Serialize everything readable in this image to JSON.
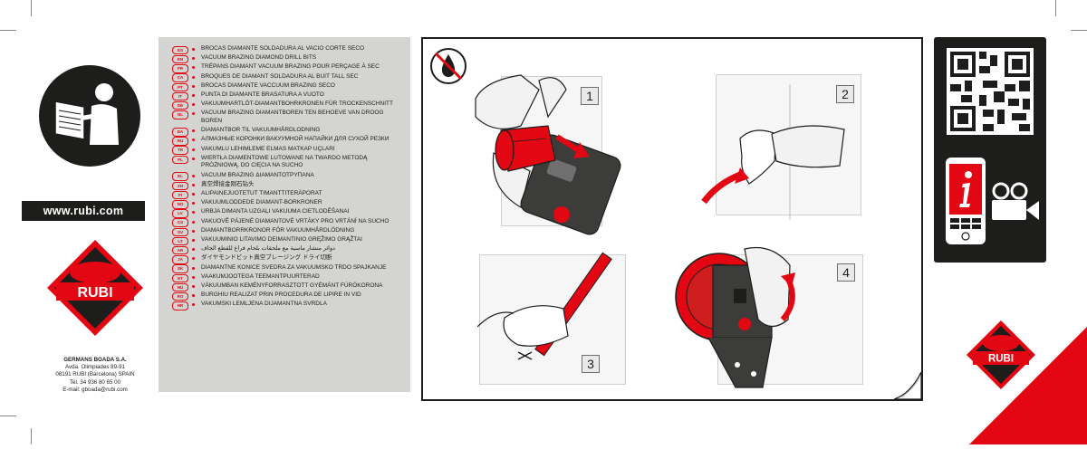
{
  "left_panel": {
    "url": "www.rubi.com",
    "brand": "RUBI",
    "address_lines": [
      "GERMANS BOADA S.A.",
      "Avda. Olimpiades 89-91",
      "08191 RUBI (Barcelona) SPAIN",
      "Tel. 34 936 80 65 00",
      "E-mail: gboada@rubi.com"
    ]
  },
  "languages": [
    {
      "code": "ES",
      "text": "BROCAS DIAMANTE SOLDADURA AL VACIO CORTE SECO"
    },
    {
      "code": "EN",
      "text": "VACUUM BRAZING DIAMOND DRILL BITS"
    },
    {
      "code": "FR",
      "text": "TRÉPANS DIAMANT VACUUM BRAZING POUR  PERÇAGE À SEC"
    },
    {
      "code": "CA",
      "text": "BROQUES DE DIAMANT SOLDADURA AL BUIT TALL SEC"
    },
    {
      "code": "PT",
      "text": "BROCAS DIAMANTE VACCUUM BRAZING SECO"
    },
    {
      "code": "IT",
      "text": "PUNTA DI DIAMANTE BRASATURA A VUOTO"
    },
    {
      "code": "DE",
      "text": "VAKUUMHARTLÖT-DIAMANTBOHRKRONEN FÜR TROCKENSCHNITT"
    },
    {
      "code": "NL",
      "text": "VACUUM BRAZING DIAMANTBOREN TEN BEHOEVE VAN DROOG BOREN"
    },
    {
      "code": "DA",
      "text": "DIAMANTBOR TIL VAKUUMHÅRDLODNING"
    },
    {
      "code": "RU",
      "text": "АЛМАЗНЫЕ КОРОНКИ ВАКУУМНОЙ НАПАЙКИ ДЛЯ СУХОЙ РЕЗКИ"
    },
    {
      "code": "TR",
      "text": "VAKUMLU  LEHIMLEME  ELMAS  MATKAP UÇLARI"
    },
    {
      "code": "PL",
      "text": "WIERTŁA DIAMENTOWE LUTOWANE NA TWARDO METODĄ PRÓŻNIOWĄ,  DO CIĘCIA NA SUCHO"
    },
    {
      "code": "EL",
      "text": "VACUUM BRAZING ΔΙΑΜΑΝΤΟΤΡΥΠΑΝΑ"
    },
    {
      "code": "ZH",
      "text": "真空焊接金刚石钻头"
    },
    {
      "code": "FI",
      "text": "ALIPAINEJUOTETUT TIMANTTITERÄPORAT"
    },
    {
      "code": "NO",
      "text": "VAKUUMLODDEDE DIAMANT-BORKRONER"
    },
    {
      "code": "LV",
      "text": "URBJA DIMANTA UZGAĻI VAKUUMA CIETLODĒŠANAI"
    },
    {
      "code": "CS",
      "text": "VAKUOVĚ PÁJENÉ DIAMANTOVÉ VRTÁKY PRO VRTÁNÍ NA SUCHO"
    },
    {
      "code": "SV",
      "text": "DIAMANTBORRKRONOR FÖR VAKUUMHÅRDLÖDNING"
    },
    {
      "code": "LT",
      "text": "VAKUUMINIO LITAVIMO DEIMANTINIO GRĘŽIMO GRĄŽTAI"
    },
    {
      "code": "AR",
      "text": "دوائر منشار ماسية مع ملحقات بلحام فراغ للقطع الجاف"
    },
    {
      "code": "JA",
      "text": "ダイヤモンドビット真空ブレージング ドライ切断"
    },
    {
      "code": "SK",
      "text": "DIAMANTNE KONICE SVEDRA ZA VAKUUMSKO TRDO SPAJKANJE"
    },
    {
      "code": "ET",
      "text": "VAAKUMJOOTEGA TEEMANTPUURTERAD"
    },
    {
      "code": "HU",
      "text": "VÁKUUMBAN KEMÉNYFORRASZTOTT GYÉMÁNT FÚRÓKORONA"
    },
    {
      "code": "RO",
      "text": "BURGHIU REALIZAT PRIN PROCEDURA DE LIPIRE IN VID"
    },
    {
      "code": "HR",
      "text": "VAKUMSKI LEMLJENA DIJAMANTNA SVRDLA"
    }
  ],
  "steps": [
    {
      "number": "1"
    },
    {
      "number": "2"
    },
    {
      "number": "3"
    },
    {
      "number": "4"
    }
  ],
  "corner_brand": "RUBI",
  "colors": {
    "brand_red": "#e30613",
    "dark": "#1d1d1b",
    "panel_grey": "#d4d4d3"
  },
  "icons": [
    "read-manual-icon",
    "no-water-icon",
    "qr-code-icon",
    "info-phone-icon",
    "video-camera-icon"
  ]
}
